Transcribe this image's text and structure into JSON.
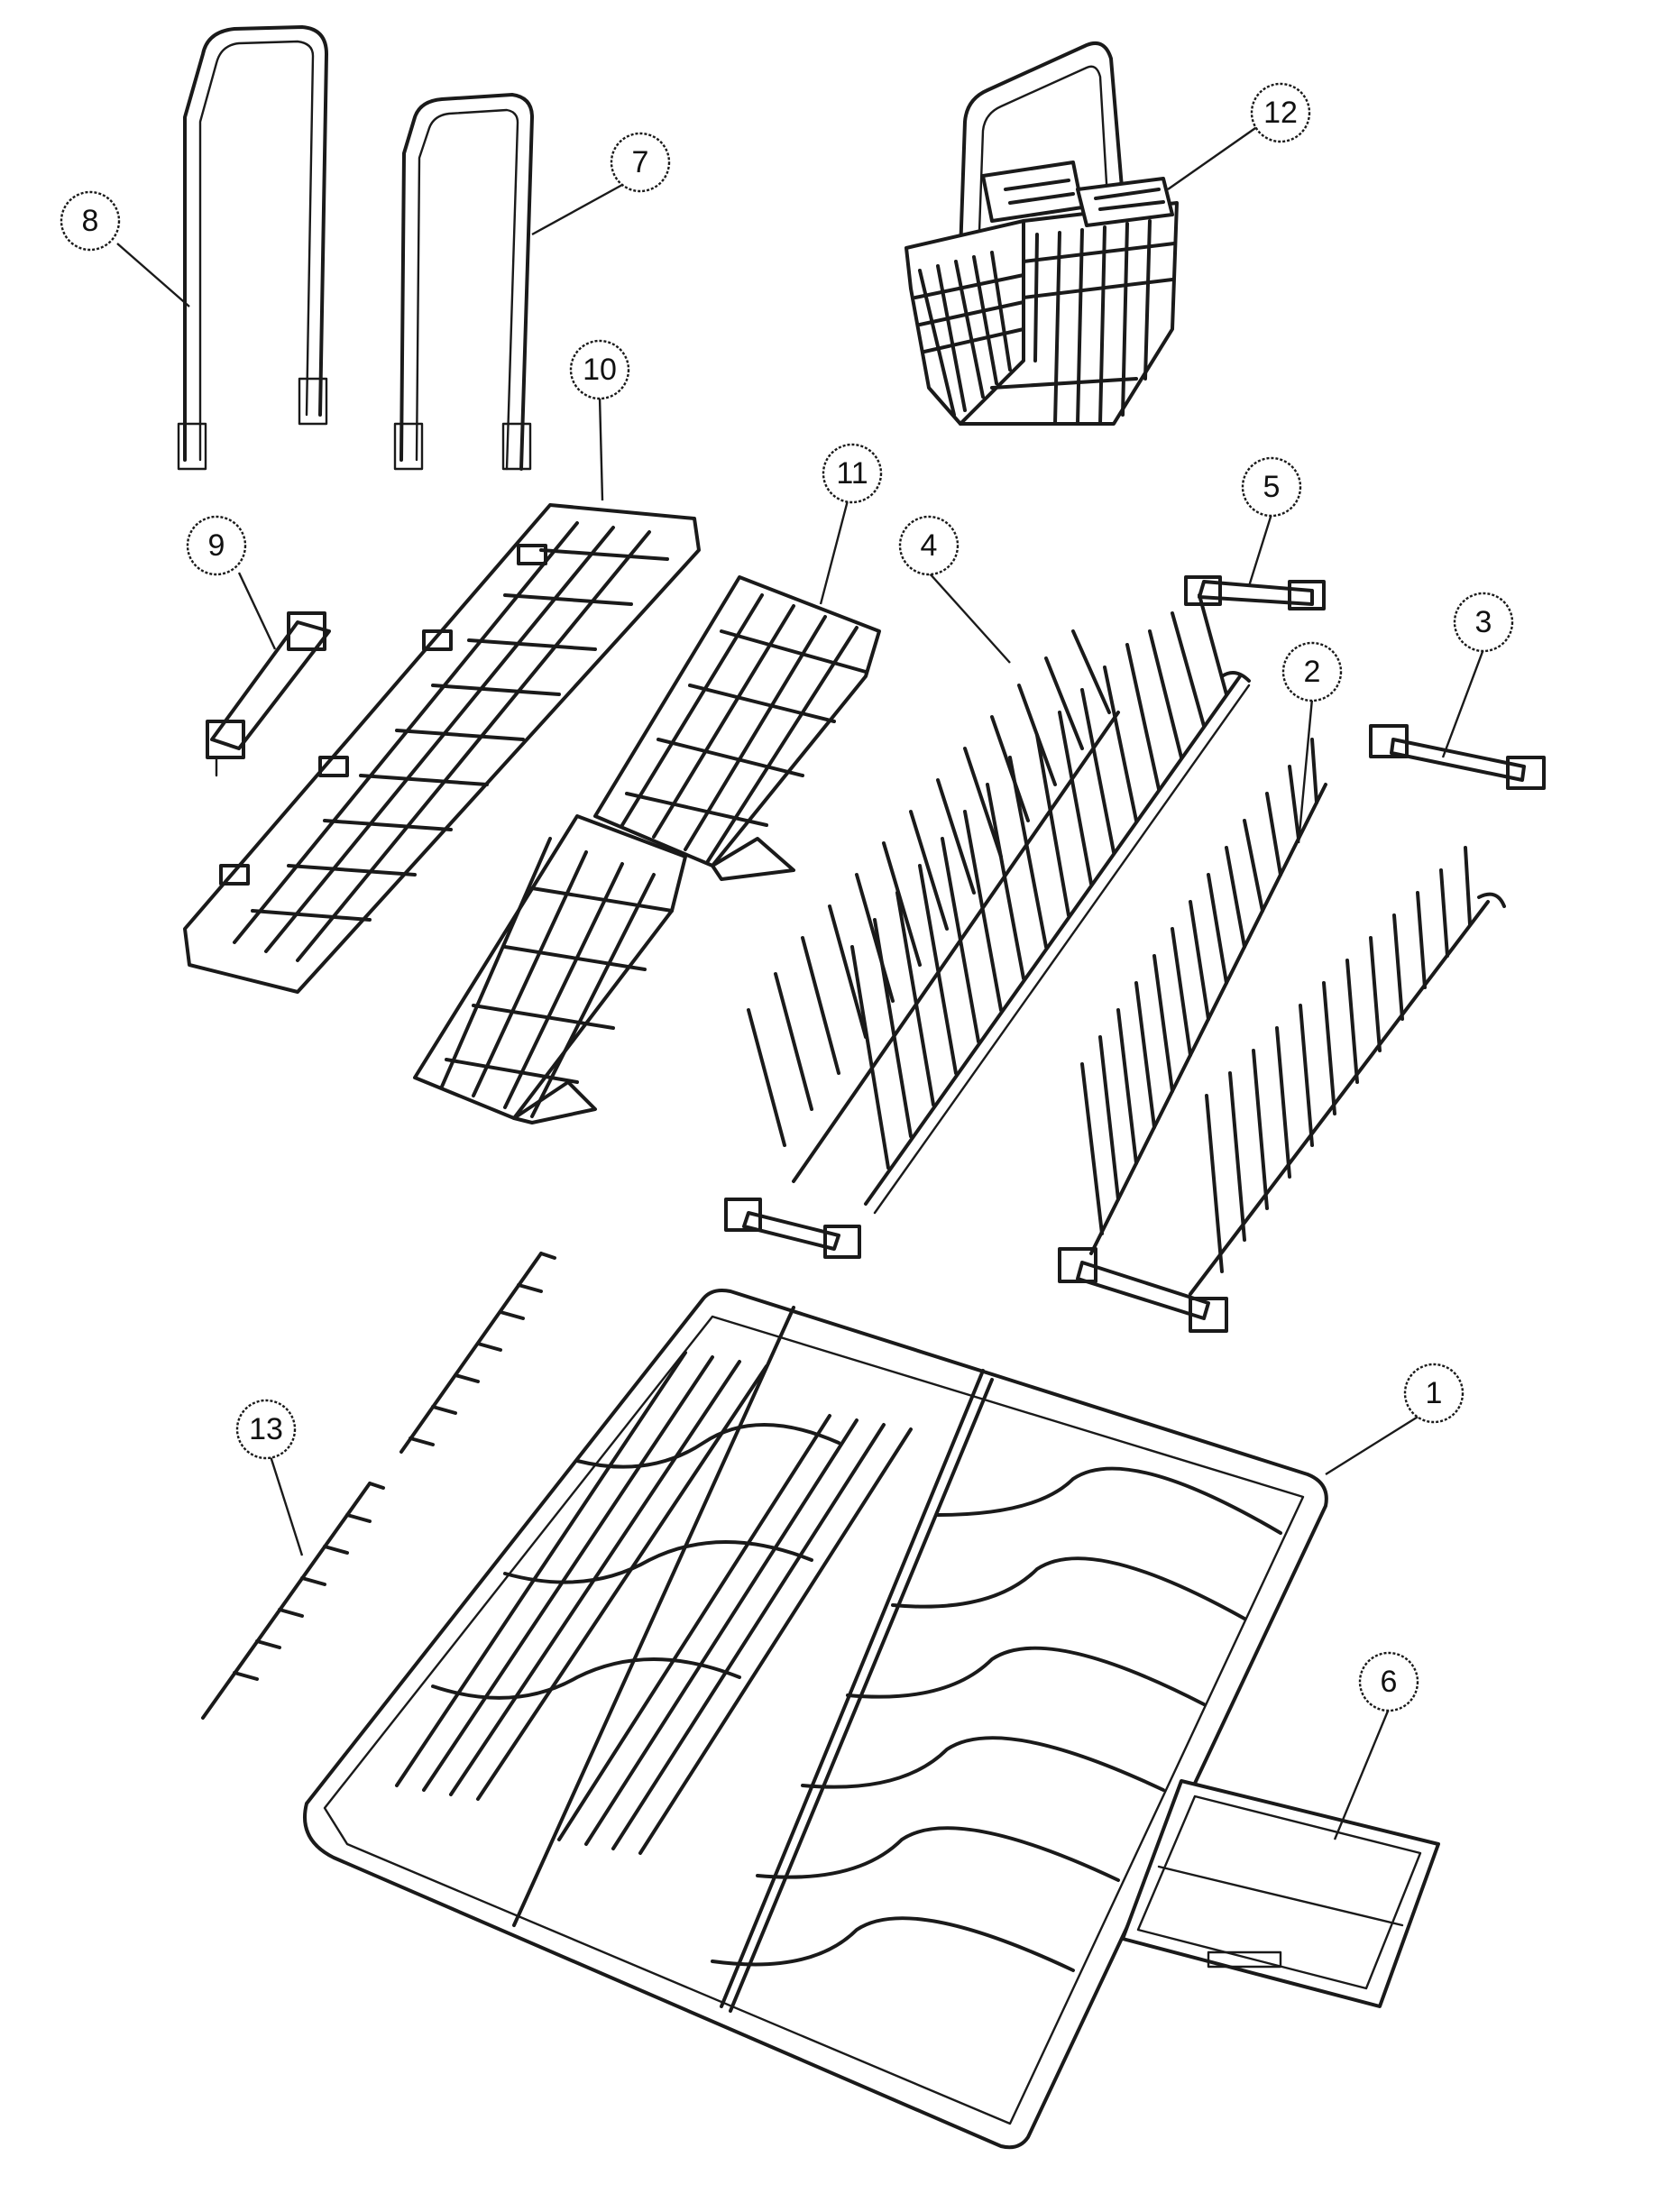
{
  "callouts": [
    {
      "id": "1",
      "label": "1"
    },
    {
      "id": "2",
      "label": "2"
    },
    {
      "id": "3",
      "label": "3"
    },
    {
      "id": "4",
      "label": "4"
    },
    {
      "id": "5",
      "label": "5"
    },
    {
      "id": "6",
      "label": "6"
    },
    {
      "id": "7",
      "label": "7"
    },
    {
      "id": "8",
      "label": "8"
    },
    {
      "id": "9",
      "label": "9"
    },
    {
      "id": "10",
      "label": "10"
    },
    {
      "id": "11",
      "label": "11"
    },
    {
      "id": "12",
      "label": "12"
    },
    {
      "id": "13",
      "label": "13"
    }
  ],
  "colors": {
    "ink": "#1a1a1a",
    "paper": "#ffffff"
  }
}
